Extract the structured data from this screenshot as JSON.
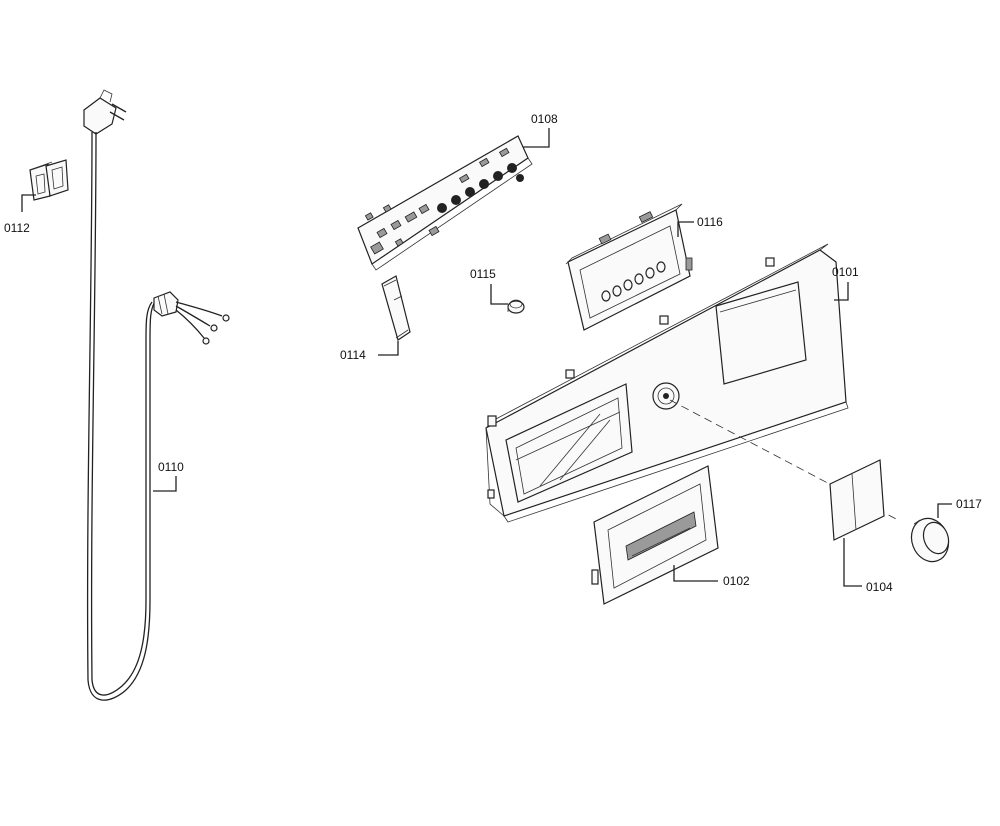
{
  "diagram": {
    "parts": [
      {
        "id": "plug-clip",
        "label": "0112"
      },
      {
        "id": "power-cable",
        "label": "0110"
      },
      {
        "id": "control-board",
        "label": "0108"
      },
      {
        "id": "light-guide",
        "label": "0114"
      },
      {
        "id": "button-knob",
        "label": "0115"
      },
      {
        "id": "button-holder",
        "label": "0116"
      },
      {
        "id": "control-panel",
        "label": "0101"
      },
      {
        "id": "detergent-drawer-handle",
        "label": "0102"
      },
      {
        "id": "program-selector-plate",
        "label": "0104"
      },
      {
        "id": "selector-ring",
        "label": "0117"
      }
    ]
  }
}
